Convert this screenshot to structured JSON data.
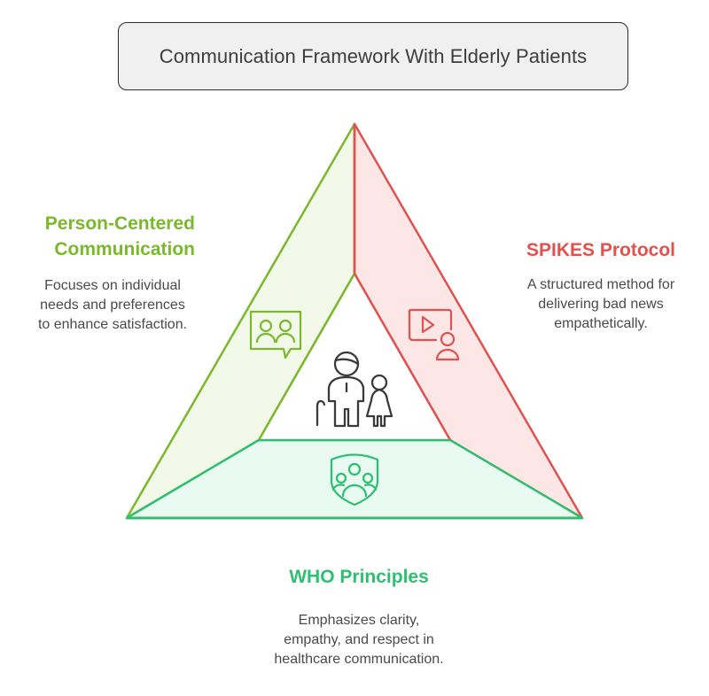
{
  "title": "Communication Framework With Elderly Patients",
  "colors": {
    "person_centered": "#7ab82c",
    "person_centered_fill": "#f3f9e8",
    "spikes": "#e0524f",
    "spikes_fill": "#fde6e6",
    "who": "#2fbf71",
    "who_fill": "#e8faf1",
    "center_icon": "#3a3a3a"
  },
  "sections": {
    "person_centered": {
      "heading_line1": "Person-Centered",
      "heading_line2": "Communication",
      "description_lines": [
        "Focuses on individual",
        "needs and preferences",
        "to enhance satisfaction."
      ],
      "icon": "chat-group-icon"
    },
    "spikes": {
      "heading": "SPIKES Protocol",
      "description_lines": [
        "A structured method for",
        "delivering bad news",
        "empathetically."
      ],
      "icon": "video-presenter-icon"
    },
    "who": {
      "heading": "WHO Principles",
      "description_lines": [
        "Emphasizes clarity,",
        "empathy, and respect in",
        "healthcare communication."
      ],
      "icon": "shield-group-icon"
    }
  },
  "center": {
    "icon": "elderly-and-child-icon"
  }
}
